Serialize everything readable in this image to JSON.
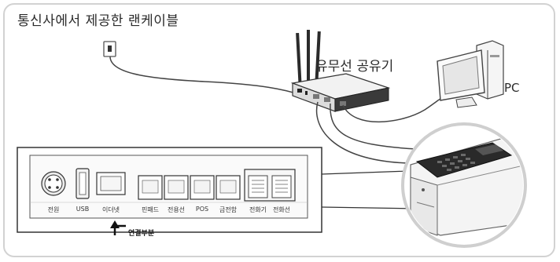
{
  "labels": {
    "cable": "통신사에서 제공한 랜케이블",
    "router": "유무선 공유기",
    "pc": "PC",
    "connection": "연결부분"
  },
  "ports": [
    "전원",
    "USB",
    "이더넷",
    "핀패드",
    "전용선",
    "POS",
    "금전함",
    "전화기",
    "전화선"
  ],
  "colors": {
    "border": "#d2d2d2",
    "device": "#f4f4f4",
    "router_body": "#e9e9e9",
    "antenna": "#2b2b2b",
    "cable": "#4a4a4a"
  }
}
